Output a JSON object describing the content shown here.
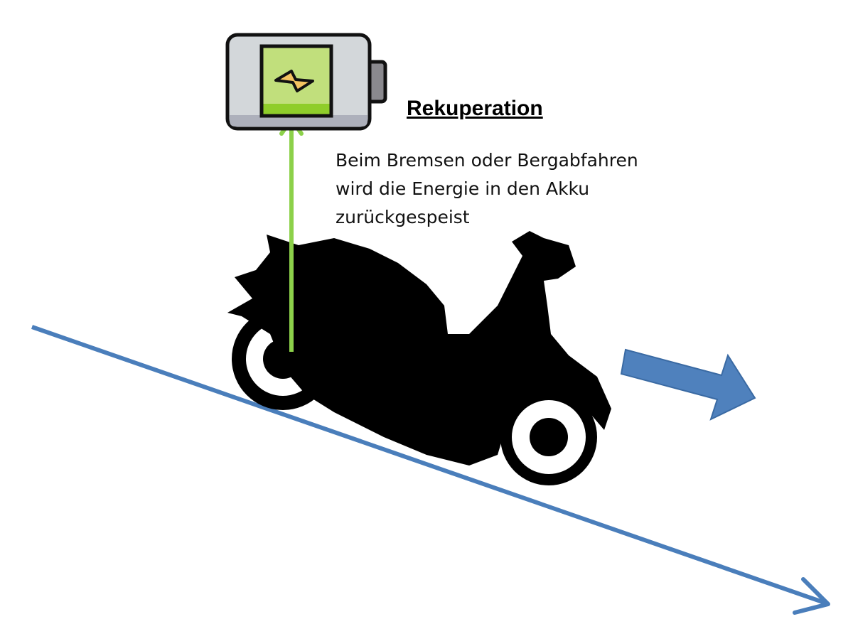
{
  "title": "Rekuperation",
  "description_lines": [
    "Beim Bremsen oder Bergabfahren",
    "wird die Energie in den Akku",
    "zurückgespeist"
  ],
  "icons": [
    "battery-charging-icon",
    "scooter-icon",
    "direction-arrow-icon",
    "slope-arrow-icon",
    "energy-flow-arrow-icon"
  ],
  "colors": {
    "slope": "#4a7ebb",
    "energy_arrow": "#8cd14a",
    "battery_fill": "#c1df7c",
    "battery_body": "#d3d7da"
  }
}
